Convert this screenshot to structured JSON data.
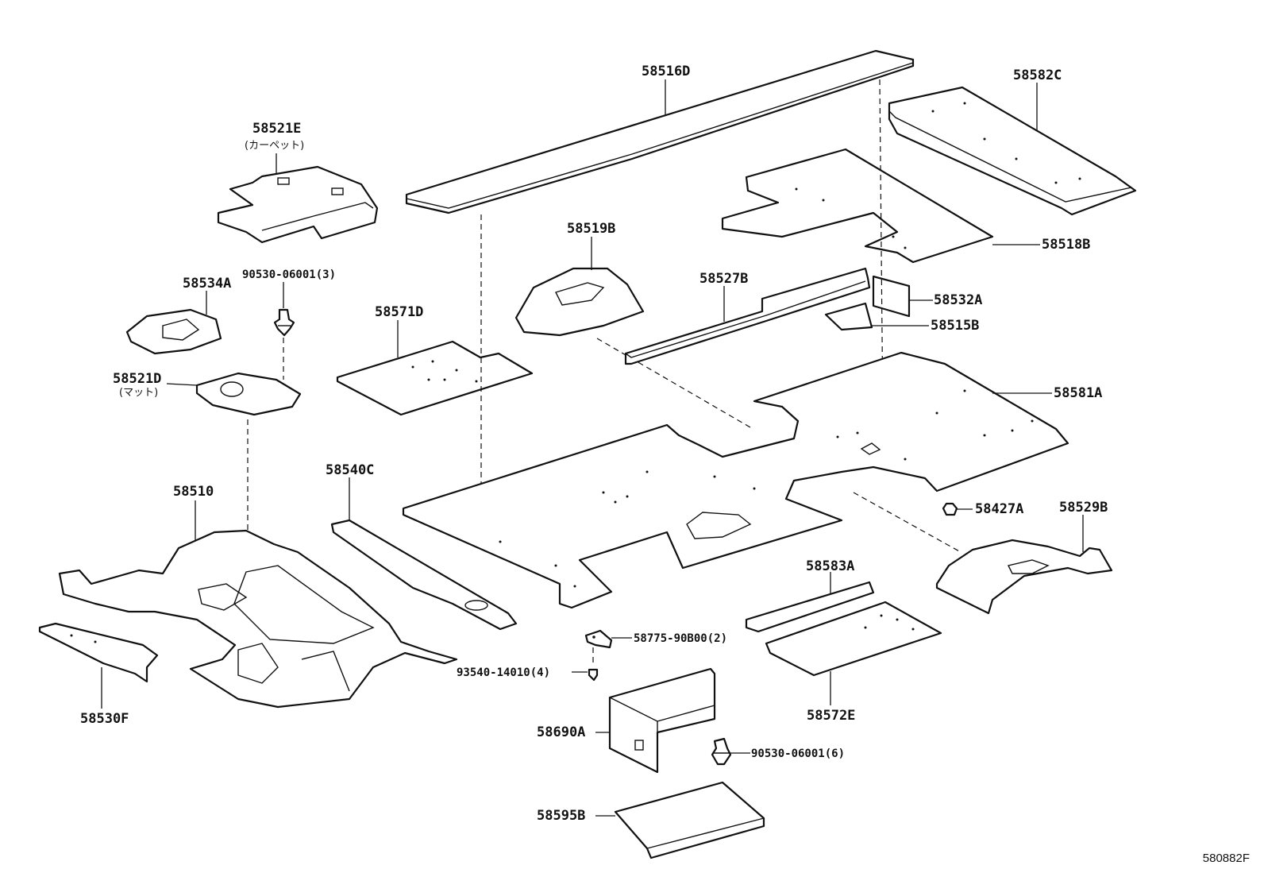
{
  "labels": {
    "p58516D": "58516D",
    "p58582C": "58582C",
    "p58521E": "58521E",
    "p58521E_note": "(カーペット)",
    "p58519B": "58519B",
    "p58518B": "58518B",
    "p58534A": "58534A",
    "p90530_3": "90530-06001(3)",
    "p58527B": "58527B",
    "p58532A": "58532A",
    "p58571D": "58571D",
    "p58515B": "58515B",
    "p58521D": "58521D",
    "p58521D_note": "(マット)",
    "p58581A": "58581A",
    "p58540C": "58540C",
    "p58510": "58510",
    "p58427A": "58427A",
    "p58529B": "58529B",
    "p58583A": "58583A",
    "p58775": "58775-90B00(2)",
    "p93540": "93540-14010(4)",
    "p58530F": "58530F",
    "p58572E": "58572E",
    "p58690A": "58690A",
    "p90530_6": "90530-06001(6)",
    "p58595B": "58595B"
  },
  "diagram_code": "580882F"
}
